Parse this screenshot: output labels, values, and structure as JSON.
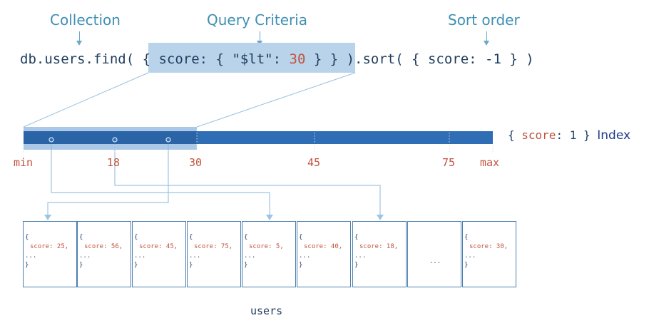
{
  "captions": {
    "collection": "Collection",
    "query_criteria": "Query Criteria",
    "sort_order": "Sort order"
  },
  "query": {
    "prefix": "db.users.find(",
    "criteria_open": " { score: { \"$lt\": ",
    "criteria_value": "30",
    "criteria_close": " } }",
    "suffix": " ).sort( { score: -1 } )"
  },
  "index": {
    "label_open": "{ ",
    "label_field": "score",
    "label_sep": ": ",
    "label_value": "1",
    "label_close": " }",
    "label_word": "Index",
    "ticks": [
      "min",
      "18",
      "30",
      "45",
      "75",
      "max"
    ]
  },
  "collection": {
    "name": "users",
    "documents": [
      {
        "open": "{",
        "score_line": "score: 25,",
        "ellipsis": "...",
        "close": "}"
      },
      {
        "open": "{",
        "score_line": "score: 56,",
        "ellipsis": "...",
        "close": "}"
      },
      {
        "open": "{",
        "score_line": "score: 45,",
        "ellipsis": "...",
        "close": "}"
      },
      {
        "open": "{",
        "score_line": "score: 75,",
        "ellipsis": "...",
        "close": "}"
      },
      {
        "open": "{",
        "score_line": "score: 5,",
        "ellipsis": "...",
        "close": "}"
      },
      {
        "open": "{",
        "score_line": "score: 40,",
        "ellipsis": "...",
        "close": "}"
      },
      {
        "open": "{",
        "score_line": "score: 18,",
        "ellipsis": "...",
        "close": "}"
      },
      {
        "open": "",
        "score_line": "",
        "ellipsis": "...",
        "close": ""
      },
      {
        "open": "{",
        "score_line": "score: 30,",
        "ellipsis": "...",
        "close": "}"
      }
    ]
  },
  "colors": {
    "caption": "#3f8fb3",
    "index_bar": "#2f6db5",
    "highlight": "#b9d3ea",
    "number": "#c0543d",
    "code": "#1f3d5e"
  }
}
